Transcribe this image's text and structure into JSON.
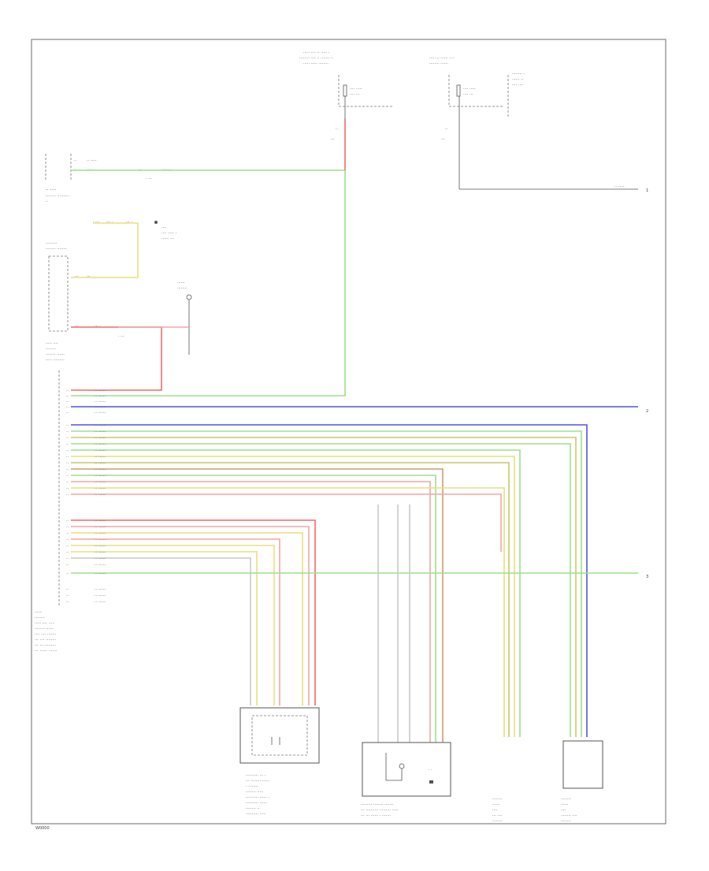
{
  "diagram": {
    "colors": {
      "green": "#9ee08a",
      "red": "#ef6b6b",
      "pink": "#f4a6a6",
      "yellow": "#e9e07a",
      "blue": "#4f54e6",
      "olive": "#c8c870",
      "brown": "#c8a070",
      "gray": "#c9c9c9",
      "frame": "#6b6b6b"
    },
    "connectors": {
      "c1": "1",
      "c2": "2",
      "c3": "3"
    },
    "footer_code": "W0000"
  }
}
